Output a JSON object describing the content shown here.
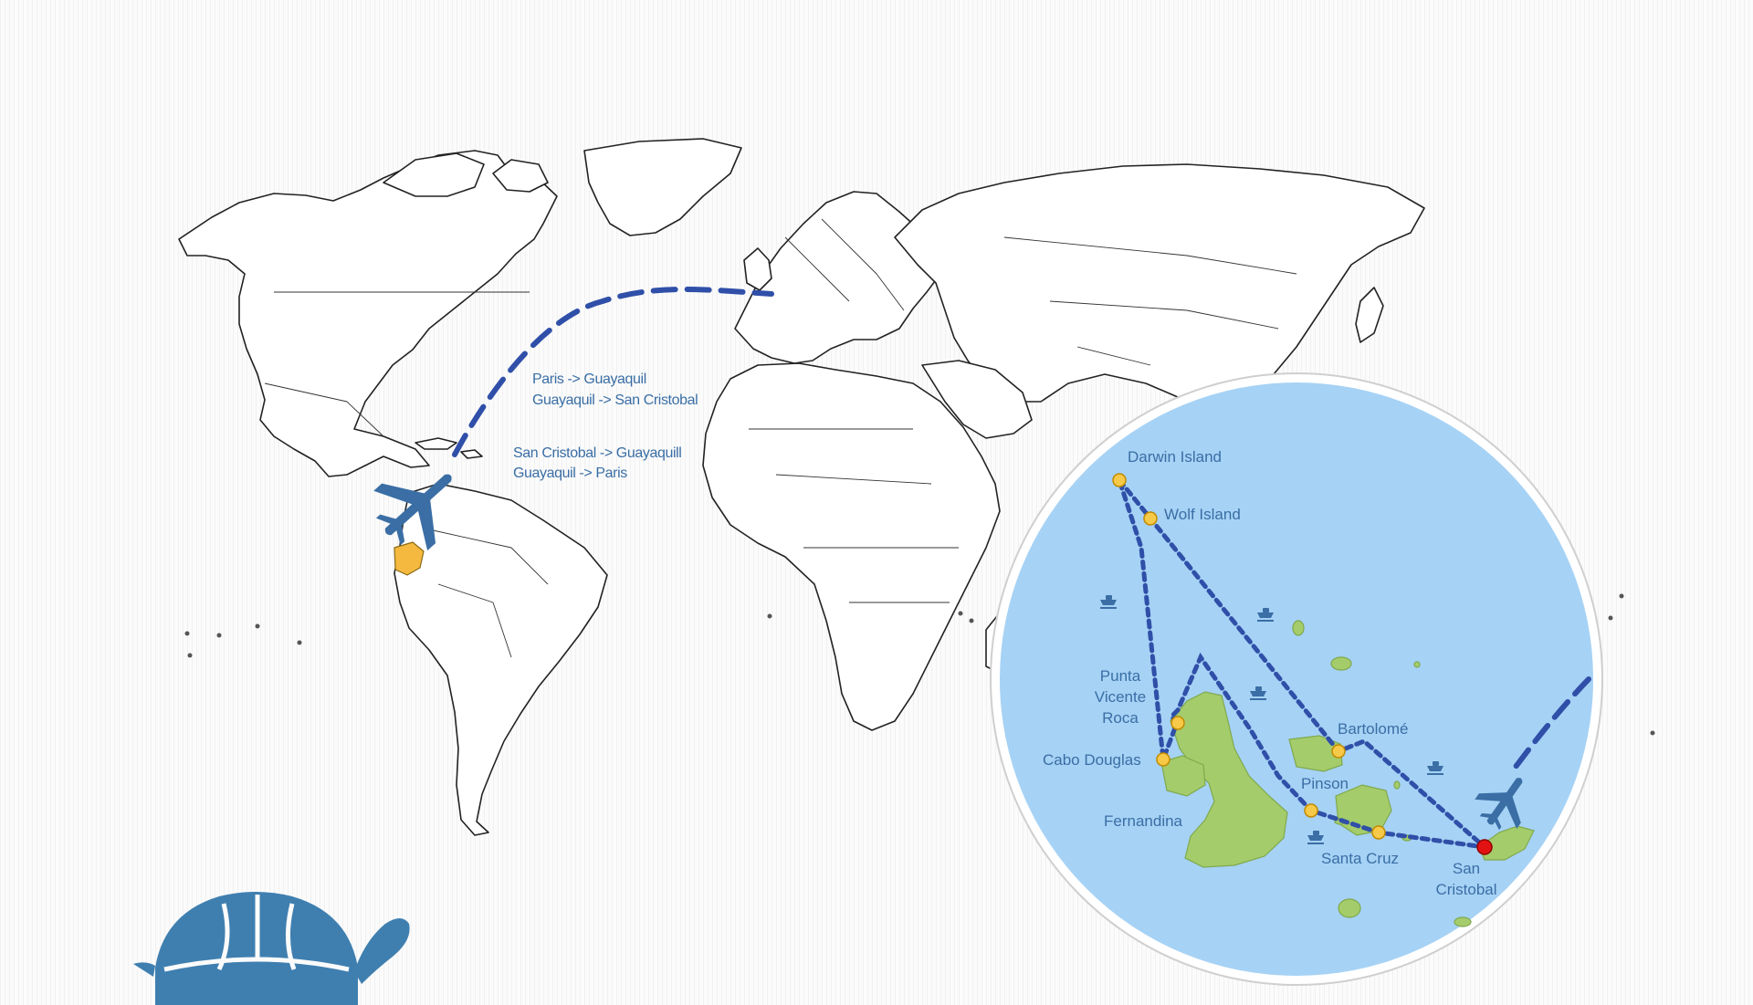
{
  "colors": {
    "route": "#2f4fa8",
    "plane": "#3a6ea5",
    "label": "#3a6ea5",
    "sea": "#a6d2f5",
    "land_galapagos": "#a5cc6b",
    "stop_dot": "#f7c948",
    "port_dot": "#e31212",
    "ecuador": "#f4b93e",
    "turtle": "#3f7fb0"
  },
  "flight_labels": {
    "outbound_line1": "Paris -> Guayaquil",
    "outbound_line2": "Guayaquil -> San Cristobal",
    "return_line1": "San Cristobal -> Guayaquill",
    "return_line2": "Guayaquil -> Paris"
  },
  "islands": {
    "darwin": "Darwin Island",
    "wolf": "Wolf Island",
    "punta_line1": "Punta",
    "punta_line2": "Vicente",
    "punta_line3": "Roca",
    "cabo": "Cabo Douglas",
    "fernandina": "Fernandina",
    "bartolome": "Bartolomé",
    "pinson": "Pinson",
    "santa_cruz": "Santa Cruz",
    "san_cristobal_line1": "San",
    "san_cristobal_line2": "Cristobal"
  },
  "icons": {
    "plane": "airplane-icon",
    "boat": "boat-icon",
    "logo": "turtle-logo"
  }
}
